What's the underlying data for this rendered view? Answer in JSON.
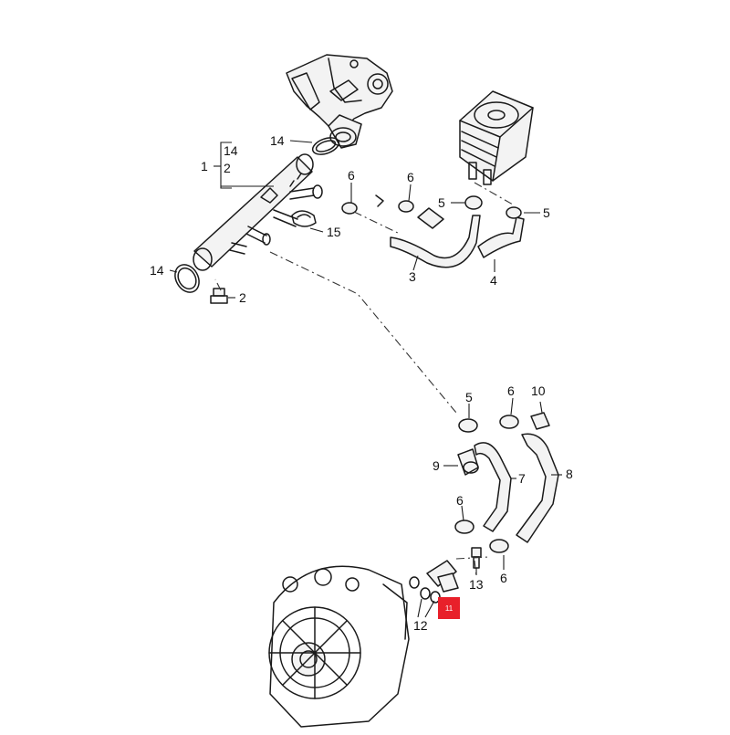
{
  "diagram": {
    "callouts": {
      "c1": "1",
      "c2_bracket": "2",
      "c14_bracket": "14",
      "c14_top": "14",
      "c14_left": "14",
      "c2_plug": "2",
      "c15": "15",
      "c6_a": "6",
      "c6_b": "6",
      "c5_a": "5",
      "c5_b": "5",
      "c3": "3",
      "c4": "4",
      "c5_c": "5",
      "c6_c": "6",
      "c10": "10",
      "c9": "9",
      "c7": "7",
      "c8": "8",
      "c6_d": "6",
      "c13": "13",
      "c6_e": "6",
      "c12": "12"
    },
    "highlight_badge": "11",
    "highlight_color": "#e8202a"
  }
}
